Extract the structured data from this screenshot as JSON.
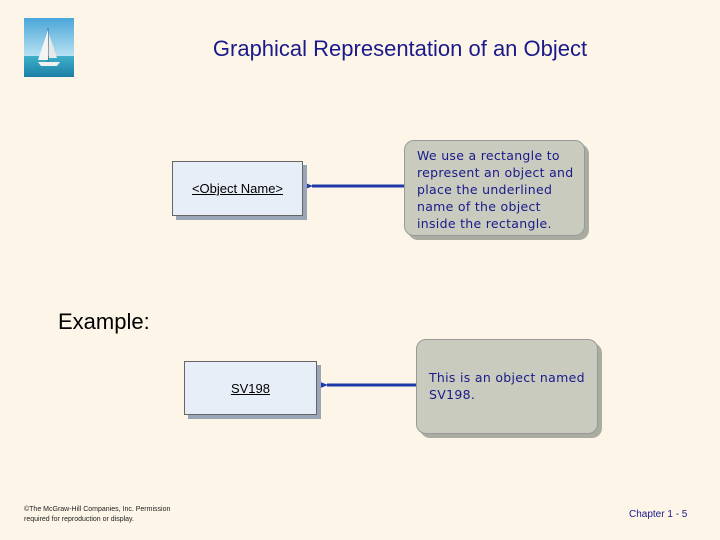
{
  "header": {
    "title": "Graphical Representation of an Object"
  },
  "diagram": {
    "object_box_1": "<Object Name>",
    "note_1": "We use a rectangle to represent an object and place the underlined name of the object inside the rectangle.",
    "example_label": "Example:",
    "object_box_2": "SV198",
    "note_2": "This is an object named SV198."
  },
  "footer": {
    "copyright": "©The McGraw-Hill Companies, Inc. Permission required for reproduction or display.",
    "chapter": "Chapter 1 - 5"
  },
  "colors": {
    "title": "#1a1a8a",
    "arrow": "#1e3aa8",
    "note_bg": "#c8cbbe",
    "box_bg": "#e8eef8",
    "page_bg": "#fdf6e8"
  }
}
